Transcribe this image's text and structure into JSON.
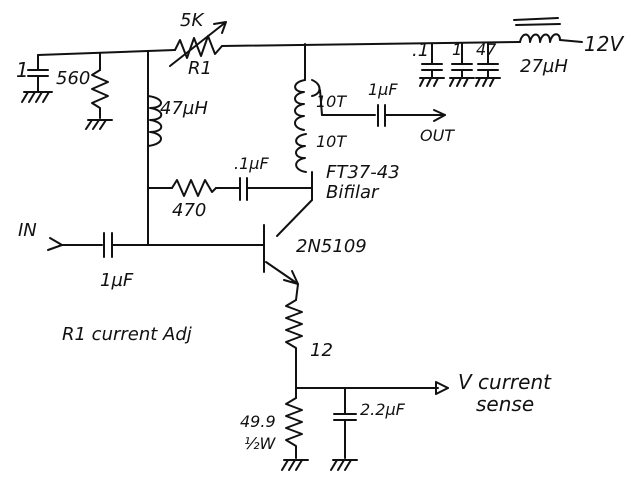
{
  "labels": {
    "pot_value": "5K",
    "pot_name": "R1",
    "cap_left": "1",
    "res_560": "560",
    "inductor_47": "47µH",
    "trans_primary": "10T",
    "trans_secondary": "10T",
    "core": "FT37-43",
    "bifilar": "Bifilar",
    "cap_out": "1µF",
    "out": "OUT",
    "cap_01": ".1",
    "cap_1": "1",
    "cap_47": "47",
    "choke": "27µH",
    "supply": "12V",
    "fb_cap": ".1µF",
    "res_470": "470",
    "in": "IN",
    "cap_in": "1µF",
    "transistor": "2N5109",
    "note": "R1 current Adj",
    "res_12": "12",
    "sense": "V current",
    "sense2": "sense",
    "res_499": "49.9",
    "res_499_watt": "½W",
    "cap_22": "2.2µF"
  }
}
